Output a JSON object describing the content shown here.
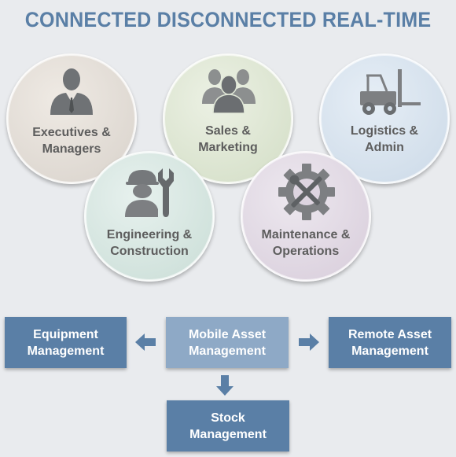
{
  "title": "CONNECTED DISCONNECTED REAL-TIME",
  "roles": {
    "executives": {
      "line1": "Executives &",
      "line2": "Managers",
      "icon": "businessman-icon"
    },
    "sales": {
      "line1": "Sales &",
      "line2": "Marketing",
      "icon": "team-icon"
    },
    "logistics": {
      "line1": "Logistics &",
      "line2": "Admin",
      "icon": "forklift-icon"
    },
    "engineering": {
      "line1": "Engineering &",
      "line2": "Construction",
      "icon": "worker-wrench-icon"
    },
    "maintenance": {
      "line1": "Maintenance &",
      "line2": "Operations",
      "icon": "gear-tools-icon"
    }
  },
  "modules": {
    "equipment": {
      "line1": "Equipment",
      "line2": "Management"
    },
    "mobile": {
      "line1": "Mobile Asset",
      "line2": "Management"
    },
    "remote": {
      "line1": "Remote Asset",
      "line2": "Management"
    },
    "stock": {
      "line1": "Stock",
      "line2": "Management"
    }
  },
  "colors": {
    "title": "#5a7fa6",
    "box_dark": "#5a7fa6",
    "box_light": "#8ea9c6",
    "icon": "#7d7f82"
  }
}
